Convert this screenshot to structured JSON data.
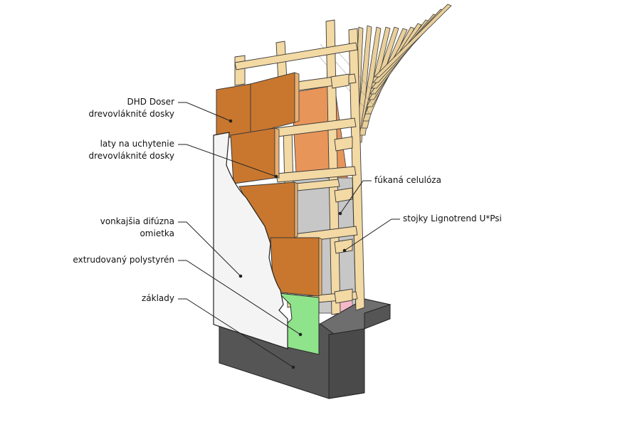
{
  "labels": {
    "dhd_doser": {
      "line1": "DHD Doser",
      "line2": "drevovláknité dosky"
    },
    "laty": {
      "line1": "laty na uchytenie",
      "line2": "drevovláknité dosky"
    },
    "omietka": {
      "line1": "vonkajšia difúzna",
      "line2": "omietka"
    },
    "polystyren": {
      "line1": "extrudovaný polystyrén"
    },
    "zaklady": {
      "line1": "základy"
    },
    "celuloza": {
      "line1": "fúkaná celulóza"
    },
    "stojky": {
      "line1": "stojky Lignotrend U*Psi"
    }
  },
  "colors": {
    "wood_panel": "#c9772f",
    "stud_wood": "#f3d9a4",
    "insulation": "#c7c7c7",
    "render": "#f4f4f4",
    "xps": "#8fe38a",
    "foundation": "#555555",
    "foundation_top": "#6e6e6e",
    "rafter_wood": "#e9cf9a"
  }
}
